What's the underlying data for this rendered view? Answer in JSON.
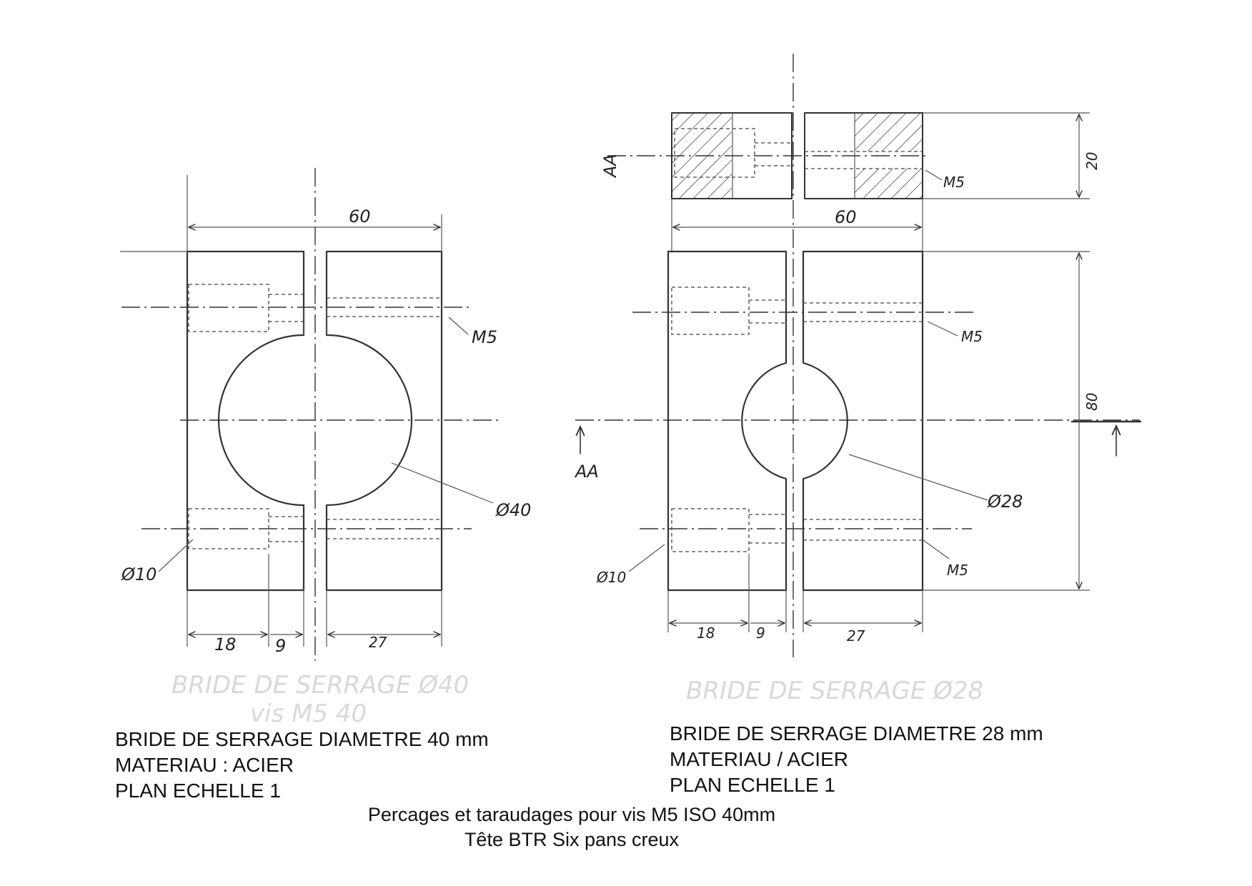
{
  "drawing_left": {
    "dims": {
      "width_total": "60",
      "seg_1": "18",
      "seg_2": "9",
      "seg_3": "27",
      "thread": "M5",
      "bore": "Ø40",
      "counterbore": "Ø10"
    },
    "ghost_text": [
      "BRIDE DE SERRAGE Ø40",
      "vis M5 40"
    ]
  },
  "drawing_right": {
    "dims": {
      "width_total": "60",
      "height_total": "80",
      "thickness": "20",
      "seg_1": "18",
      "seg_2": "9",
      "seg_3": "27",
      "thread_top": "M5",
      "thread_mid": "M5",
      "thread_bottom": "M5",
      "bore": "Ø28",
      "counterbore": "Ø10",
      "section_label": "AA",
      "section_side_label": "AA"
    },
    "ghost_text": [
      "BRIDE DE SERRAGE Ø28"
    ]
  },
  "caption_left": {
    "line1": "BRIDE DE SERRAGE DIAMETRE 40 mm",
    "line2": "MATERIAU : ACIER",
    "line3": "PLAN ECHELLE 1"
  },
  "caption_right": {
    "line1": "BRIDE DE SERRAGE DIAMETRE 28 mm",
    "line2": "MATERIAU / ACIER",
    "line3": "PLAN ECHELLE 1"
  },
  "footer": {
    "line1": "Percages et taraudages pour vis M5 ISO 40mm",
    "line2": "Tête BTR Six pans creux"
  }
}
